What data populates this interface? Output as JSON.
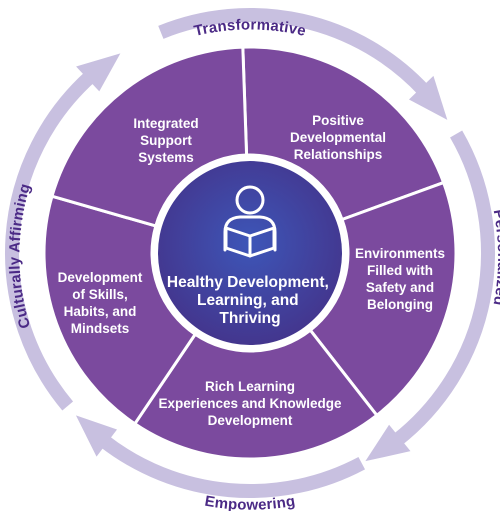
{
  "ring": {
    "top": "Transformative",
    "right": "Personalized",
    "bottom": "Empowering",
    "left": "Culturally Affirming"
  },
  "segments": [
    {
      "id": "integrated",
      "lines": [
        "Integrated",
        "Support",
        "Systems"
      ]
    },
    {
      "id": "positive",
      "lines": [
        "Positive",
        "Developmental",
        "Relationships"
      ]
    },
    {
      "id": "environments",
      "lines": [
        "Environments",
        "Filled with",
        "Safety and",
        "Belonging"
      ]
    },
    {
      "id": "rich",
      "lines": [
        "Rich Learning",
        "Experiences and Knowledge",
        "Development"
      ]
    },
    {
      "id": "skills",
      "lines": [
        "Development",
        "of Skills,",
        "Habits, and",
        "Mindsets"
      ]
    }
  ],
  "center": {
    "icon": "person-reading-book-icon",
    "lines": [
      "Healthy Development,",
      "Learning, and",
      "Thriving"
    ]
  },
  "colors": {
    "segment": "#7b4a9e",
    "segment_border": "#ffffff",
    "center_inner": "#3d56b8",
    "center_outer": "#44338a",
    "ring": "#c8c0e0",
    "ring_text": "#4b2a86"
  }
}
